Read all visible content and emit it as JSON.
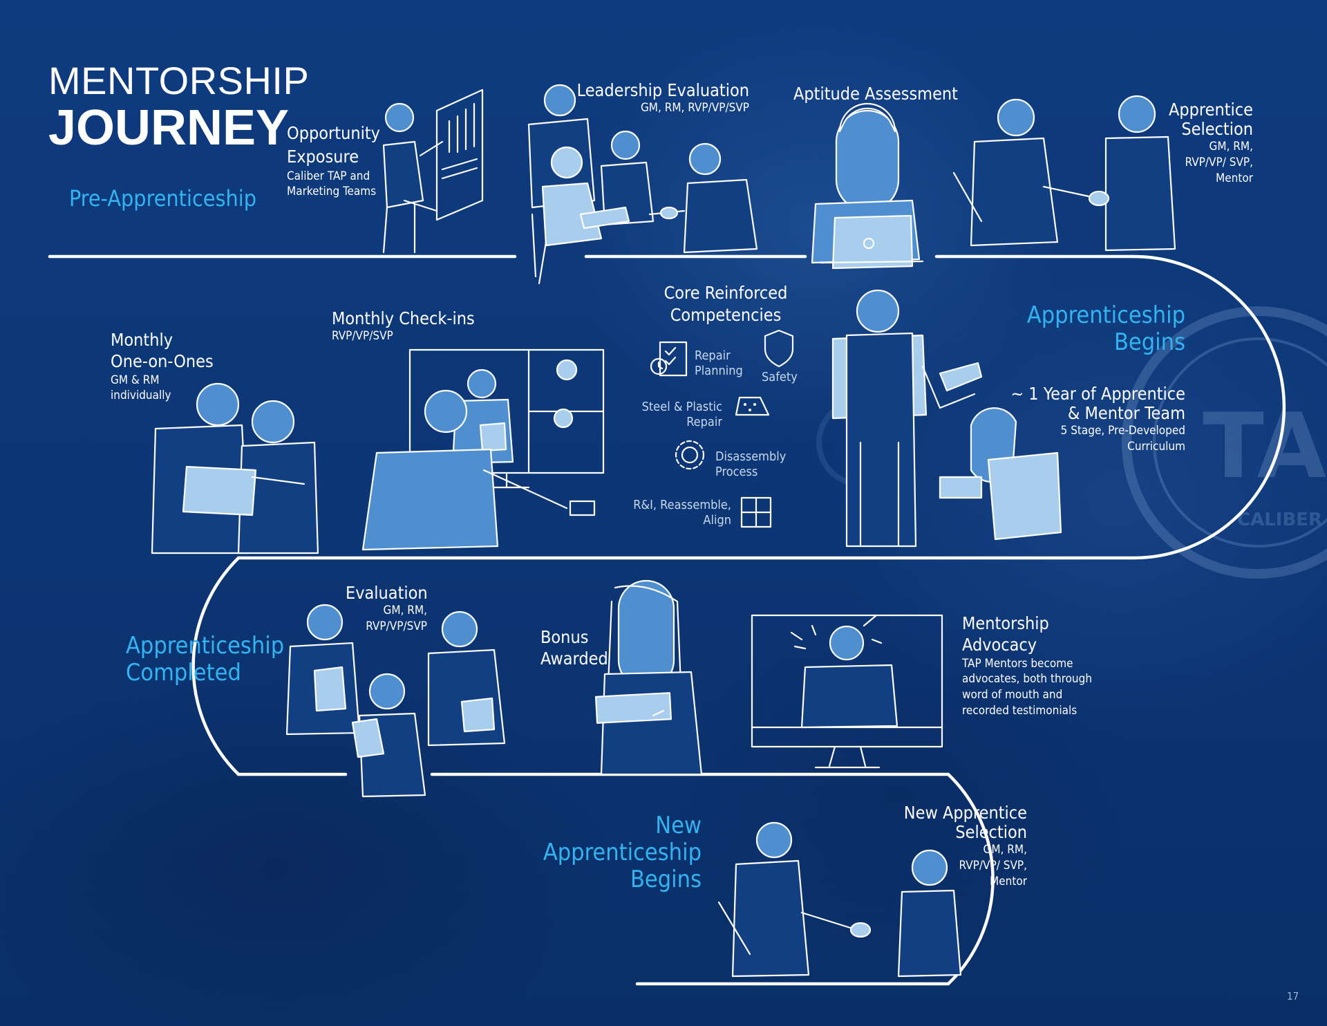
{
  "title": {
    "line1": "MENTORSHIP",
    "line2": "JOURNEY"
  },
  "accent_color": "#33b4f0",
  "background_color": "#0d3778",
  "stages": {
    "pre_apprenticeship": "Pre-Apprenticeship",
    "opportunity_exposure": {
      "title": "Opportunity\nExposure",
      "sub": "Caliber TAP and\nMarketing Teams"
    },
    "leadership_evaluation": {
      "title": "Leadership Evaluation",
      "sub": "GM, RM, RVP/VP/SVP"
    },
    "aptitude_assessment": {
      "title": "Aptitude Assessment"
    },
    "apprentice_selection": {
      "title": "Apprentice\nSelection",
      "sub": "GM, RM,\nRVP/VP/ SVP,\nMentor"
    },
    "apprenticeship_begins": "Apprenticeship\nBegins",
    "one_year": {
      "title": "~ 1 Year of Apprentice\n& Mentor Team",
      "sub": "5 Stage, Pre-Developed\nCurriculum"
    },
    "core_competencies": {
      "title": "Core Reinforced\nCompetencies",
      "items": [
        {
          "label": "Repair\nPlanning",
          "icon": "clipboard-clock-icon"
        },
        {
          "label": "Safety",
          "icon": "shield-icon"
        },
        {
          "label": "Steel & Plastic\nRepair",
          "icon": "panel-icon"
        },
        {
          "label": "Disassembly\nProcess",
          "icon": "gear-wrench-icon"
        },
        {
          "label": "R&I, Reassemble,\nAlign",
          "icon": "puzzle-icon"
        }
      ]
    },
    "monthly_checkins": {
      "title": "Monthly Check-ins",
      "sub": "RVP/VP/SVP"
    },
    "monthly_one_on_ones": {
      "title": "Monthly\nOne-on-Ones",
      "sub": "GM & RM\nindividually"
    },
    "apprenticeship_completed": "Apprenticeship\nCompleted",
    "evaluation": {
      "title": "Evaluation",
      "sub": "GM, RM,\nRVP/VP/SVP"
    },
    "bonus_awarded": {
      "title": "Bonus\nAwarded"
    },
    "mentorship_advocacy": {
      "title": "Mentorship\nAdvocacy",
      "sub": "TAP Mentors become\nadvocates, both through\nword of mouth and\nrecorded testimonials"
    },
    "new_apprenticeship_begins": "New\nApprenticeship\nBegins",
    "new_apprentice_selection": {
      "title": "New Apprentice\nSelection",
      "sub": "GM, RM,\nRVP/VP/ SVP,\nMentor"
    }
  },
  "watermark": {
    "text": "TAP",
    "sub": "CALIBER"
  },
  "page_number": "17"
}
